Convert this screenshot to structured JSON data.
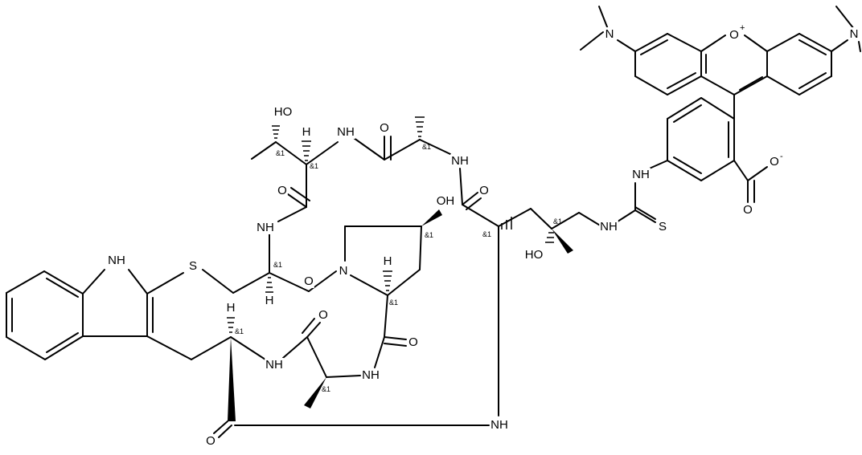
{
  "atom_labels": {
    "nh_indole": "NH",
    "s_thioether": "S",
    "o_carbonyl_bottom": "O",
    "nh_trp_ala": "NH",
    "o_ala1_carbonyl": "O",
    "nh_ala_hyp": "NH",
    "o_hyp_carbonyl": "O",
    "n_pro": "N",
    "oh_hyp": "OH",
    "o_cys_carbonyl": "O",
    "nh_cys": "NH",
    "o_thr_carbonyl": "O",
    "oh_thr": "HO",
    "nh_thr_ala": "NH",
    "o_ala2_carbonyl": "O",
    "nh_ala2": "NH",
    "o_side_carbonyl": "O",
    "nh_macro": "NH",
    "oh_side": "HO",
    "nh_thiourea_left": "NH",
    "s_thiourea": "S",
    "nh_thiourea_right": "NH",
    "o_carboxylate_double": "O",
    "o_carboxylate_minus": "O",
    "n_dimethyl_left": "N",
    "o_pyrylium": "O",
    "n_dimethyl_right": "N",
    "h_trp": "H",
    "h_cys": "H",
    "h_hyp": "H",
    "h_thr": "H"
  },
  "charges": {
    "pyrylium": "+",
    "carboxylate": "-"
  },
  "stereo_label": "&1",
  "colors": {
    "ink": "#000000",
    "background": "#ffffff"
  }
}
